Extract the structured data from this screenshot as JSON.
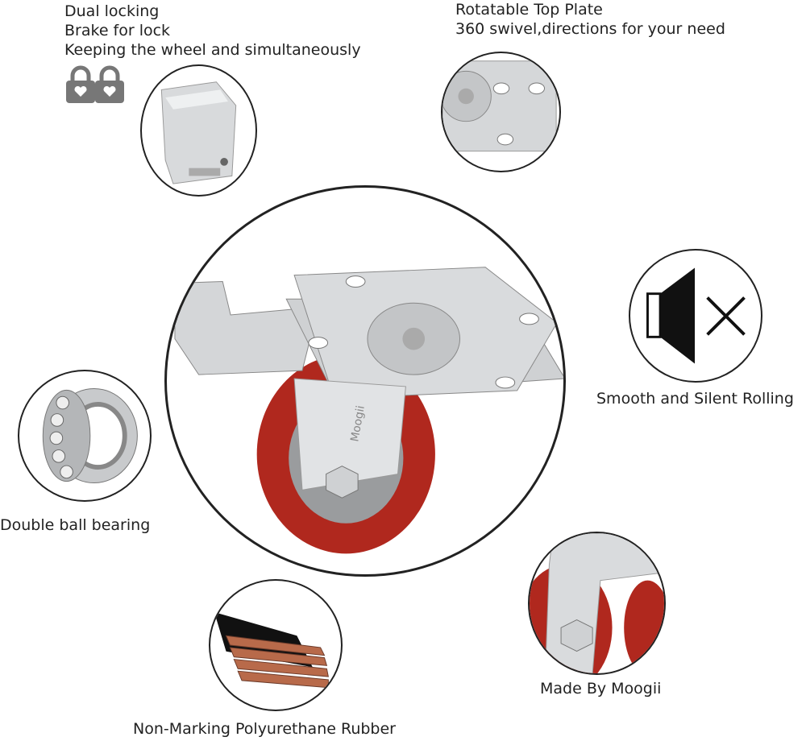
{
  "features": {
    "locking": {
      "lines": [
        "Dual locking",
        "Brake for lock",
        "Keeping the wheel and simultaneously"
      ],
      "icon": "padlock-hearts-icon"
    },
    "top_plate": {
      "lines": [
        "Rotatable Top Plate",
        "360 swivel,directions for your need"
      ]
    },
    "silent": {
      "label": "Smooth and Silent Rolling",
      "icon": "speaker-mute-icon"
    },
    "bearing": {
      "label": "Double ball bearing"
    },
    "maker": {
      "label": "Made By Moogii"
    },
    "rubber": {
      "label": "Non-Marking Polyurethane Rubber"
    }
  },
  "product": {
    "brand_mark": "Moogii"
  },
  "colors": {
    "wheel": "#b0281e",
    "metal": "#d4d6d8",
    "outline": "#111111"
  }
}
